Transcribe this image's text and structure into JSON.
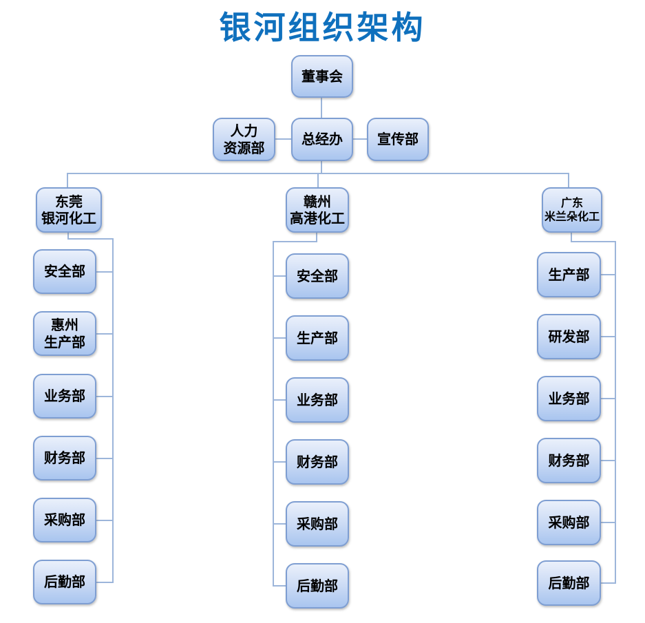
{
  "title": "银河组织架构",
  "colors": {
    "title_text": "#0f70bd",
    "node_border": "#7e9ed2",
    "node_fill_top": "#eaf0fb",
    "node_fill_bottom": "#a9c5ef",
    "connector": "#9cb5da",
    "node_text": "#000000"
  },
  "nodes": [
    {
      "key": "board",
      "label": "董事会",
      "role": "root"
    },
    {
      "key": "hr",
      "label": "人力\n资源部",
      "role": "staff"
    },
    {
      "key": "gm",
      "label": "总经办",
      "role": "staff"
    },
    {
      "key": "pub",
      "label": "宣传部",
      "role": "staff"
    },
    {
      "key": "b1",
      "label": "东莞\n银河化工",
      "role": "company"
    },
    {
      "key": "b2",
      "label": "赣州\n高港化工",
      "role": "company"
    },
    {
      "key": "b3",
      "label": "广东\n米兰朵化工",
      "role": "company"
    },
    {
      "key": "l0",
      "label": "安全部",
      "role": "department"
    },
    {
      "key": "l1",
      "label": "惠州\n生产部",
      "role": "department"
    },
    {
      "key": "l2",
      "label": "业务部",
      "role": "department"
    },
    {
      "key": "l3",
      "label": "财务部",
      "role": "department"
    },
    {
      "key": "l4",
      "label": "采购部",
      "role": "department"
    },
    {
      "key": "l5",
      "label": "后勤部",
      "role": "department"
    },
    {
      "key": "m0",
      "label": "安全部",
      "role": "department"
    },
    {
      "key": "m1",
      "label": "生产部",
      "role": "department"
    },
    {
      "key": "m2",
      "label": "业务部",
      "role": "department"
    },
    {
      "key": "m3",
      "label": "财务部",
      "role": "department"
    },
    {
      "key": "m4",
      "label": "采购部",
      "role": "department"
    },
    {
      "key": "m5",
      "label": "后勤部",
      "role": "department"
    },
    {
      "key": "r0",
      "label": "生产部",
      "role": "department"
    },
    {
      "key": "r1",
      "label": "研发部",
      "role": "department"
    },
    {
      "key": "r2",
      "label": "业务部",
      "role": "department"
    },
    {
      "key": "r3",
      "label": "财务部",
      "role": "department"
    },
    {
      "key": "r4",
      "label": "采购部",
      "role": "department"
    },
    {
      "key": "r5",
      "label": "后勤部",
      "role": "department"
    }
  ],
  "hierarchy": {
    "root": "board",
    "root_children": [
      "hr",
      "gm",
      "pub"
    ],
    "branches": [
      {
        "company": "b1",
        "departments": [
          "l0",
          "l1",
          "l2",
          "l3",
          "l4",
          "l5"
        ]
      },
      {
        "company": "b2",
        "departments": [
          "m0",
          "m1",
          "m2",
          "m3",
          "m4",
          "m5"
        ]
      },
      {
        "company": "b3",
        "departments": [
          "r0",
          "r1",
          "r2",
          "r3",
          "r4",
          "r5"
        ]
      }
    ]
  }
}
